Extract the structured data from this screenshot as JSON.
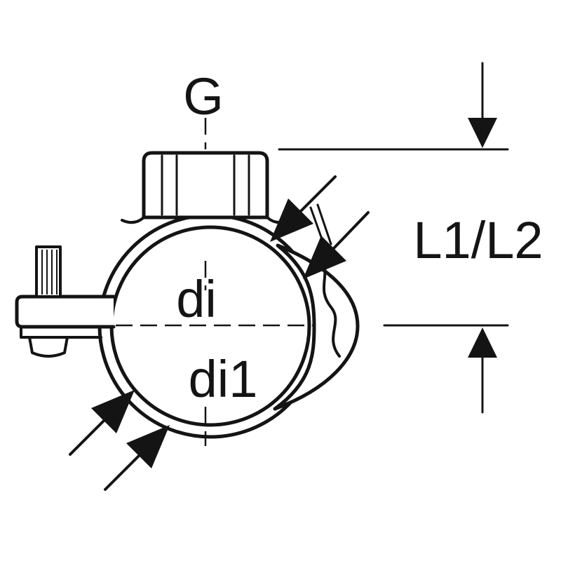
{
  "diagram": {
    "labels": {
      "thread_size": "G",
      "length_dimension": "L1/L2",
      "inner_diameter": "di",
      "inner_diameter_alt": "di1"
    },
    "colors": {
      "line": "#141414",
      "background": "#ffffff"
    }
  }
}
